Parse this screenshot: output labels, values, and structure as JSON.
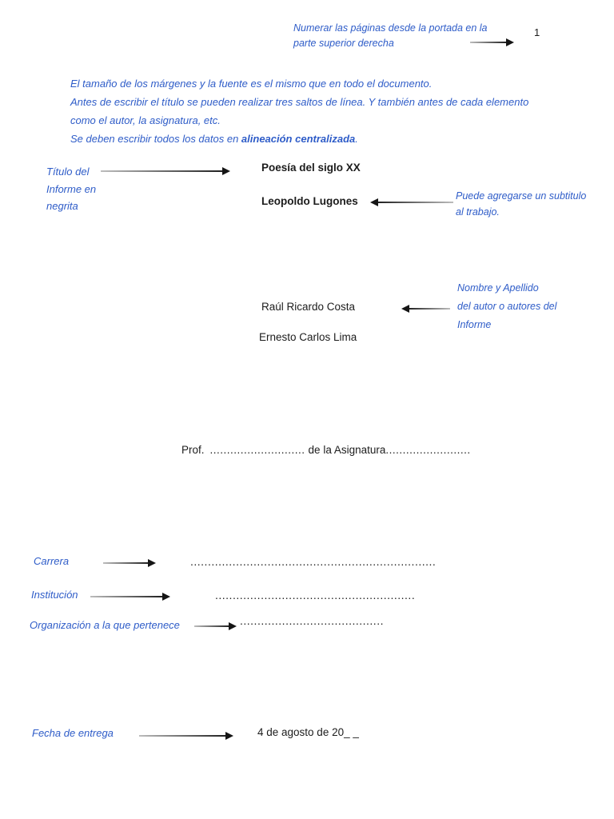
{
  "document": {
    "page_number": "1",
    "colors": {
      "annotation_blue": "#2e5cc8",
      "text_black": "#1c1c1c"
    },
    "notes": {
      "numbering": [
        "Numerar las páginas desde la portada en la",
        "parte superior derecha"
      ],
      "intro": {
        "line1": "El tamaño de los márgenes y la fuente es el mismo que en todo el documento.",
        "line2": "Antes de escribir el título se pueden realizar tres saltos de línea. Y también antes de cada elemento",
        "line3": "como el autor, la asignatura, etc.",
        "line4_prefix": "Se deben escribir todos los datos en ",
        "line4_bold": "alineación centralizada",
        "line4_suffix": "."
      },
      "title_note": [
        "Título del",
        "Informe en",
        "negrita"
      ],
      "subtitle_note": [
        "Puede agregarse un subtitulo",
        "al trabajo."
      ],
      "author_note": [
        "Nombre y Apellido",
        "del autor o autores del",
        "Informe"
      ],
      "career_label": "Carrera",
      "institution_label": "Institución",
      "organization_label": "Organización a la que pertenece",
      "date_label": "Fecha de entrega"
    },
    "content": {
      "title": "Poesía del siglo XX",
      "subtitle": "Leopoldo Lugones",
      "author1": "Raúl Ricardo Costa",
      "author2": "Ernesto Carlos Lima",
      "prof_prefix": "Prof.",
      "prof_dots1": "............................",
      "prof_mid": "de la Asignatura",
      "prof_dots2": ".........................",
      "career_dots": "......................................................................",
      "institution_dots": ".........................................................",
      "organization_dots": ".........................................",
      "date_value": "4 de agosto de 20_ _"
    }
  }
}
